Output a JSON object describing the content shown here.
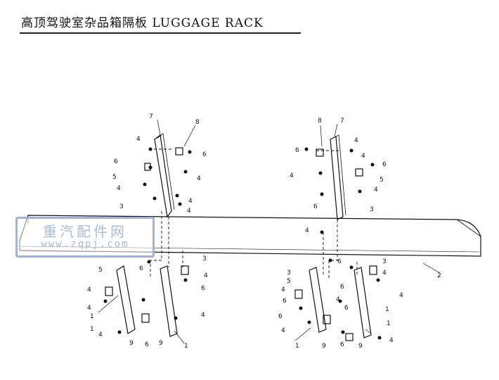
{
  "title": "高顶驾驶室杂品箱隔板 LUGGAGE RACK",
  "watermark": {
    "brand_text": "重汽配件网",
    "url_text": "www.zqpj.com"
  },
  "callouts": {
    "n1": "1",
    "n2": "2",
    "n3": "3",
    "n4": "4",
    "n5": "5",
    "n6": "6",
    "n7": "7",
    "n8": "8",
    "n9": "9"
  }
}
